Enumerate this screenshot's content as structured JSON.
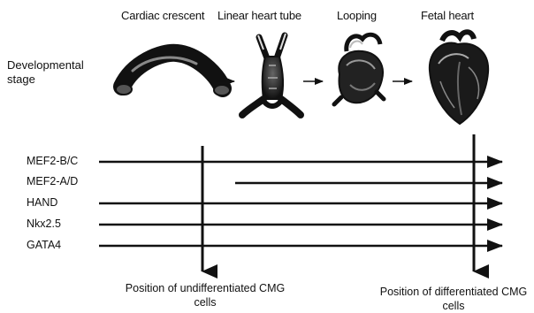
{
  "stage_row_label": "Developmental stage",
  "stages": [
    {
      "label": "Cardiac crescent",
      "icon": "cardiac-crescent-illustration"
    },
    {
      "label": "Linear heart tube",
      "icon": "linear-heart-tube-illustration"
    },
    {
      "label": "Looping",
      "icon": "looping-heart-illustration"
    },
    {
      "label": "Fetal heart",
      "icon": "fetal-heart-illustration"
    }
  ],
  "genes": [
    "MEF2-B/C",
    "MEF2-A/D",
    "HAND",
    "Nkx2.5",
    "GATA4"
  ],
  "captions": {
    "undifferentiated": "Position of undifferentiated CMG cells",
    "differentiated": "Position of differentiated CMG cells"
  }
}
